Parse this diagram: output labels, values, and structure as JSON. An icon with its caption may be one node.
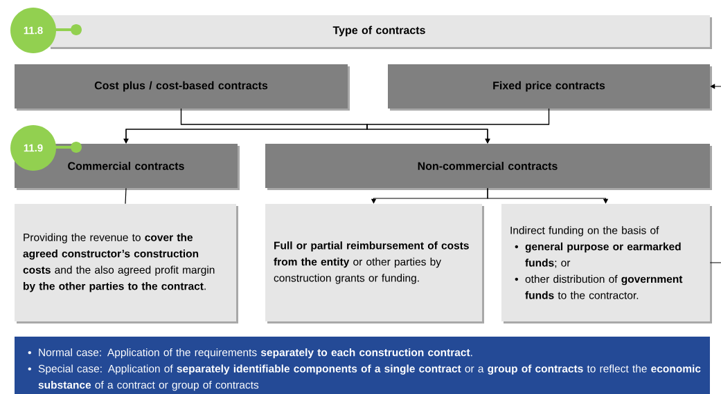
{
  "diagram": {
    "nodes": [
      {
        "text": [
          "11.8"
        ]
      },
      {
        "text": [
          "Type of contracts"
        ]
      },
      {
        "text": [
          "Cost plus / cost-based contracts"
        ]
      },
      {
        "text": [
          "Fixed price contracts"
        ]
      },
      {
        "text": [
          "11.9"
        ]
      },
      {
        "text": [
          "Commercial contracts"
        ]
      },
      {
        "text": [
          "Non-commercial contracts"
        ]
      },
      {
        "text": [
          "Providing the revenue to **cover the agreed constructor’s construction costs** and the also agreed profit margin **by the other parties to the contract**."
        ]
      },
      {
        "text": [
          "**Full or partial reimbursement of costs from the entity** or other parties by construction grants or funding."
        ]
      },
      {
        "text": [
          "Indirect funding on the basis of",
          "**general purpose or earmarked funds**; or",
          "other distribution of **government funds** to the contractor."
        ]
      },
      {
        "text": [
          "Normal case: Application of the requirements **separately to each construction contract**.",
          "Special case: Application of **separately identifiable components of a single contract** or a **group of contracts** to reflect the **economic substance** of a contract or group of contracts"
        ]
      }
    ],
    "edges": [
      {
        "from": 2,
        "to": 5,
        "arrow": "to"
      },
      {
        "from": 2,
        "to": 6,
        "arrow": "to"
      },
      {
        "from": 3,
        "to": 5,
        "arrow": "to"
      },
      {
        "from": 3,
        "to": 6,
        "arrow": "to"
      },
      {
        "from": 5,
        "to": 7,
        "arrow": "none"
      },
      {
        "from": 6,
        "to": 8,
        "arrow": "to"
      },
      {
        "from": 6,
        "to": 9,
        "arrow": "to"
      },
      {
        "from": null,
        "to": 3,
        "arrow": "to"
      },
      {
        "from": 9,
        "to": null,
        "arrow": "none"
      }
    ]
  }
}
